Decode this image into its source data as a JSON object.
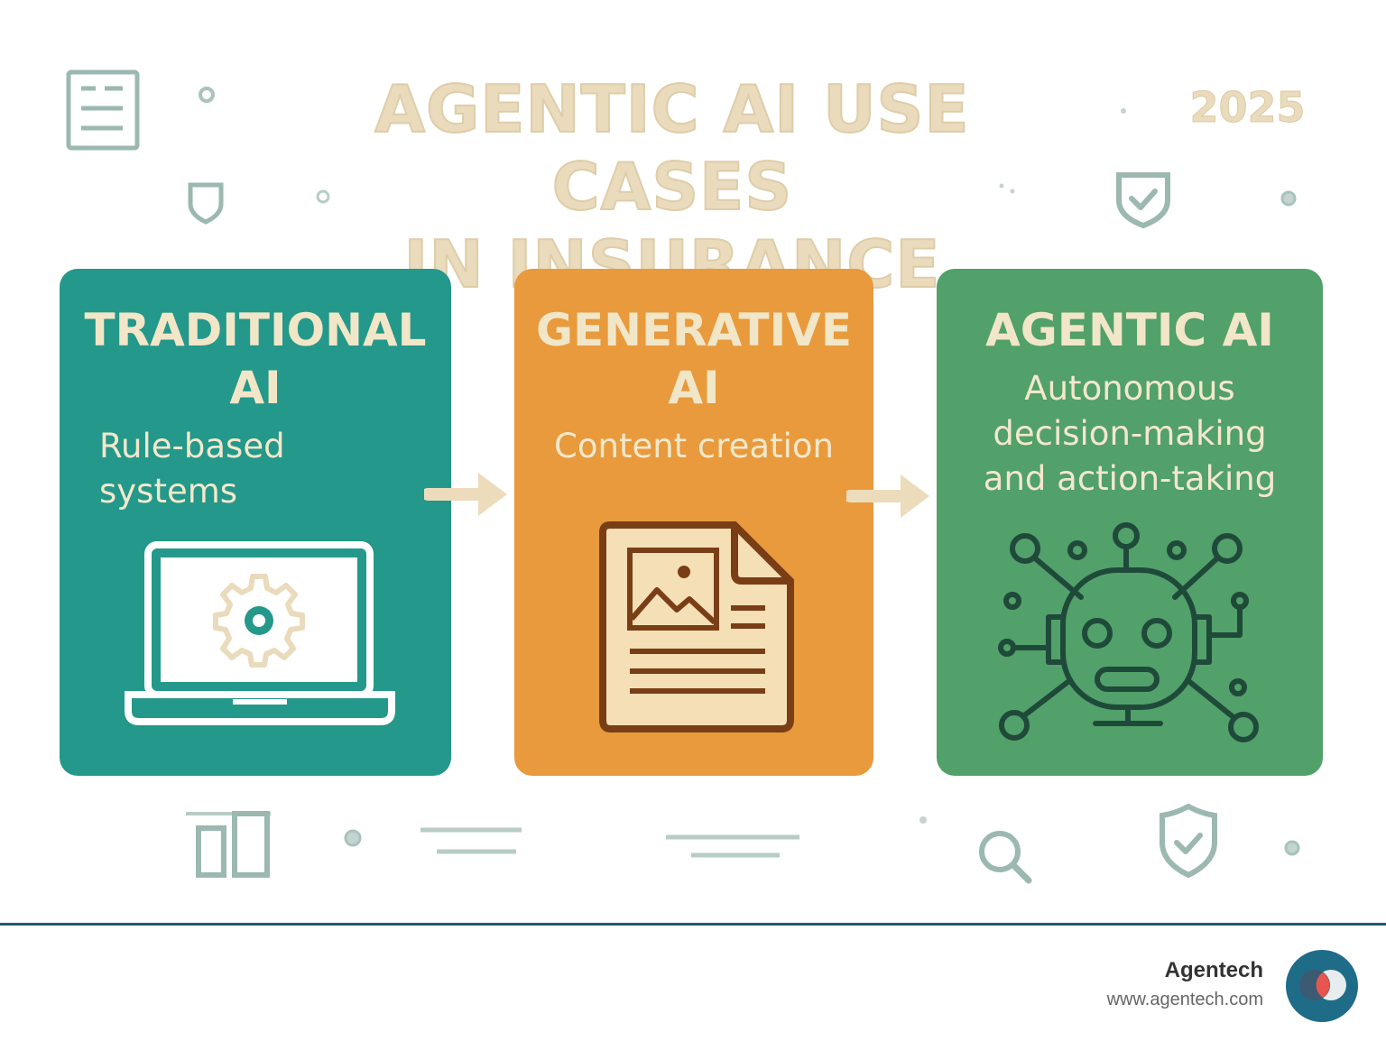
{
  "header": {
    "title": "AGENTIC AI USE CASES\nIN INSURANCE",
    "year": "2025"
  },
  "cards": [
    {
      "title": "TRADITIONAL\nAI",
      "description": "Rule-based\nsystems",
      "icon": "laptop-gear-icon",
      "color": "#24988a"
    },
    {
      "title": "GENERATIVE\nAI",
      "description": "Content creation",
      "icon": "document-image-icon",
      "color": "#e89a3c"
    },
    {
      "title": "AGENTIC AI",
      "description": "Autonomous\ndecision-making\nand action-taking",
      "icon": "robot-network-icon",
      "color": "#52a06a"
    }
  ],
  "footer": {
    "brand": "Agentech",
    "url": "www.agentech.com"
  },
  "colors": {
    "title": "#eadbbd",
    "decor": "#9bb8b1",
    "rule": "#1f5a6a"
  }
}
